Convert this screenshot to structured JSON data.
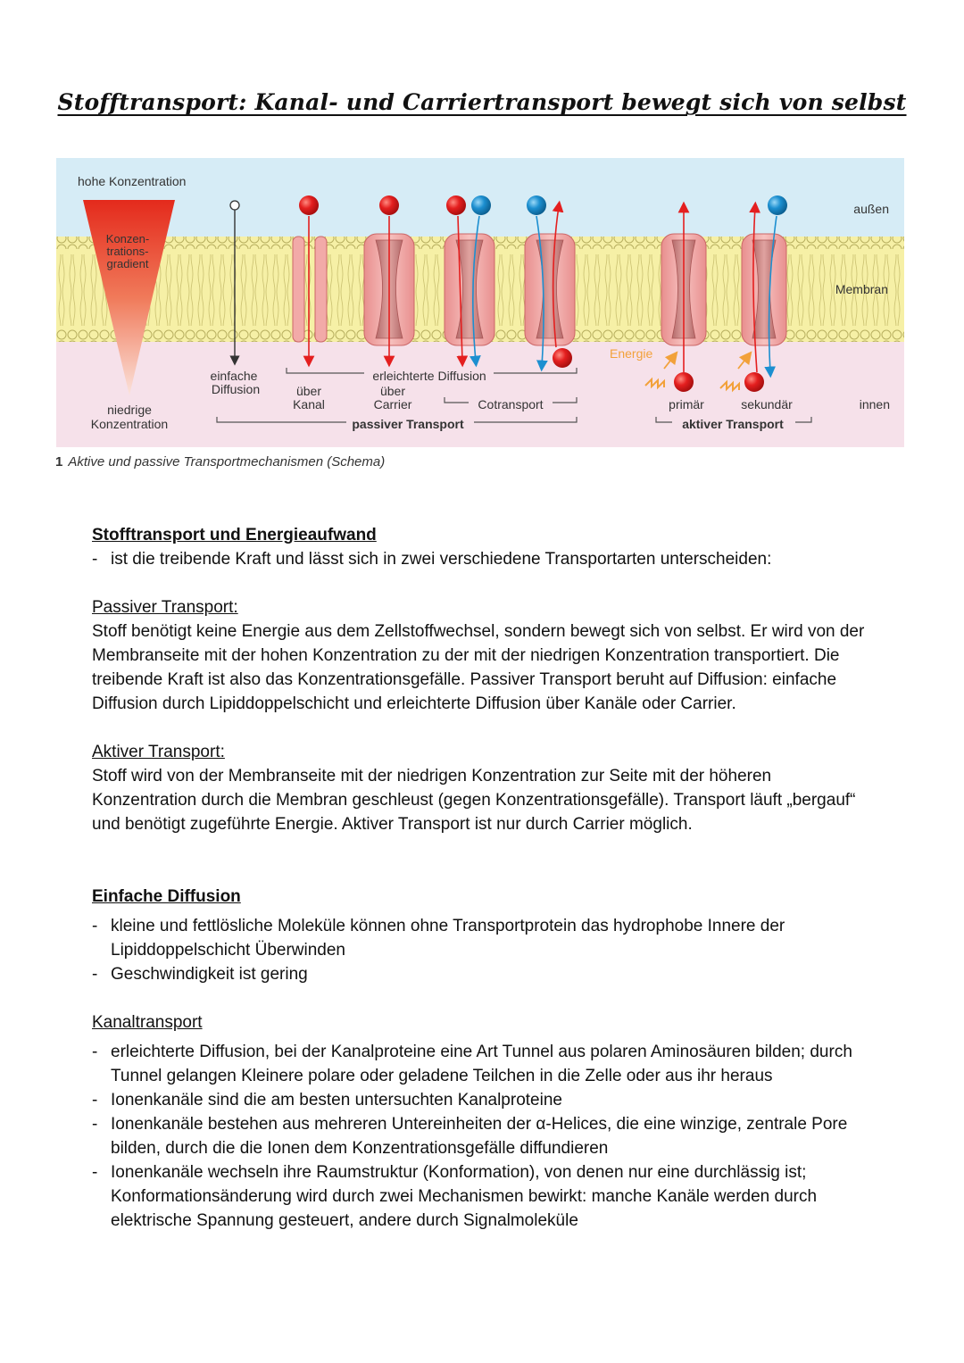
{
  "page": {
    "title": "Stofftransport: Kanal- und Carriertransport bewegt sich von selbst"
  },
  "figure": {
    "labels": {
      "high_concentration": "hohe Konzentration",
      "gradient_line1": "Konzen-",
      "gradient_line2": "trations-",
      "gradient_line3": "gradient",
      "low_concentration_line1": "niedrige",
      "low_concentration_line2": "Konzentration",
      "outside": "außen",
      "membrane": "Membran",
      "inside": "innen",
      "simple_diffusion_line1": "einfache",
      "simple_diffusion_line2": "Diffusion",
      "facilitated_diffusion": "erleichterte Diffusion",
      "via_channel_line1": "über",
      "via_channel_line2": "Kanal",
      "via_carrier_line1": "über",
      "via_carrier_line2": "Carrier",
      "cotransport": "Cotransport",
      "passive_transport": "passiver Transport",
      "energy": "Energie",
      "primary": "primär",
      "secondary": "sekundär",
      "active_transport": "aktiver Transport"
    },
    "caption_number": "1",
    "caption_text": "Aktive und passive Transportmechanismen (Schema)",
    "colors": {
      "outside_bg": "#d6ecf6",
      "inside_bg": "#f6e1ea",
      "membrane": "#f6f0a6",
      "protein": "#f2aaa8",
      "red_particle": "#e41f1f",
      "blue_particle": "#1c8fd0",
      "energy": "#f2a13a"
    }
  },
  "sections": {
    "energy": {
      "heading": "Stofftransport und Energieaufwand",
      "bullet": "ist die treibende Kraft und lässt sich in zwei verschiedene Transportarten unterscheiden:"
    },
    "passive": {
      "heading": "Passiver Transport:",
      "text": "Stoff benötigt keine Energie aus dem Zellstoffwechsel, sondern bewegt sich von selbst. Er wird von der Membranseite mit der hohen Konzentration zu der mit der niedrigen Konzentration transportiert. Die treibende Kraft ist also das Konzentrationsgefälle. Passiver Transport beruht auf Diffusion: einfache Diffusion durch Lipiddoppelschicht und erleichterte Diffusion über Kanäle oder Carrier."
    },
    "active": {
      "heading": "Aktiver Transport:",
      "text": "Stoff wird von der Membranseite mit der niedrigen Konzentration zur Seite mit der höheren Konzentration durch die Membran geschleust (gegen Konzentrationsgefälle). Transport läuft „bergauf“ und benötigt zugeführte Energie. Aktiver Transport ist nur durch Carrier möglich."
    },
    "simple_diffusion": {
      "heading": "Einfache Diffusion",
      "bullets": [
        "kleine und fettlösliche Moleküle können ohne Transportprotein das hydrophobe Innere der Lipiddoppelschicht Überwinden",
        "Geschwindigkeit ist gering"
      ]
    },
    "channel": {
      "heading": "Kanaltransport",
      "bullets": [
        "erleichterte Diffusion, bei der Kanalproteine eine Art Tunnel aus polaren Aminosäuren bilden; durch Tunnel gelangen Kleinere polare oder geladene Teilchen in die Zelle oder aus ihr heraus",
        "Ionenkanäle sind die am besten untersuchten Kanalproteine",
        "Ionenkanäle bestehen aus mehreren Untereinheiten der α-Helices, die eine winzige, zentrale Pore bilden, durch die die Ionen dem Konzentrationsgefälle diffundieren",
        "Ionenkanäle wechseln ihre Raumstruktur (Konformation), von denen nur eine durchlässig ist; Konformationsänderung wird durch zwei Mechanismen bewirkt: manche Kanäle werden durch elektrische Spannung gesteuert, andere durch Signalmoleküle"
      ]
    }
  }
}
